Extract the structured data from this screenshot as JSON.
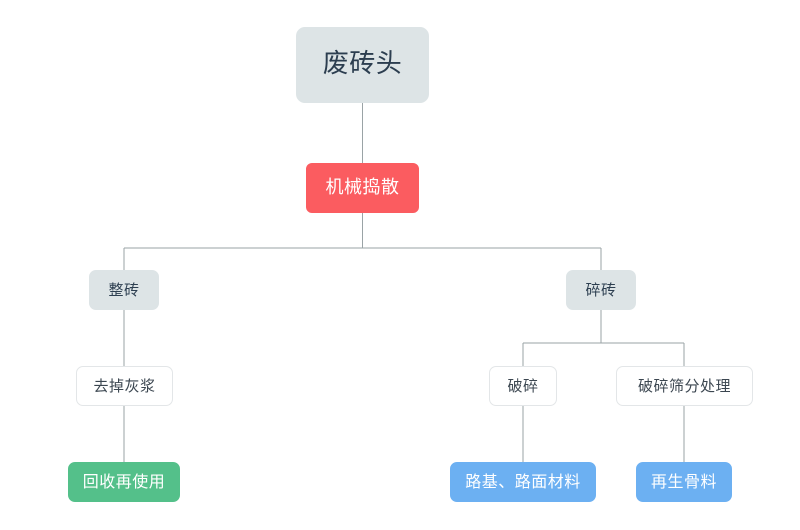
{
  "chart_data": {
    "type": "diagram",
    "diagram_type": "flowchart",
    "title": "",
    "orientation": "top-down",
    "nodes": [
      {
        "id": "n1",
        "label": "废砖头",
        "style": "grey",
        "level": 1
      },
      {
        "id": "n2",
        "label": "机械捣散",
        "style": "red",
        "level": 2
      },
      {
        "id": "n3",
        "label": "整砖",
        "style": "grey",
        "level": 3
      },
      {
        "id": "n4",
        "label": "碎砖",
        "style": "grey",
        "level": 3
      },
      {
        "id": "n5",
        "label": "去掉灰浆",
        "style": "white",
        "level": 4
      },
      {
        "id": "n6",
        "label": "破碎",
        "style": "white",
        "level": 4
      },
      {
        "id": "n7",
        "label": "破碎筛分处理",
        "style": "white",
        "level": 4
      },
      {
        "id": "n8",
        "label": "回收再使用",
        "style": "green",
        "level": 5
      },
      {
        "id": "n9",
        "label": "路基、路面材料",
        "style": "blue",
        "level": 5
      },
      {
        "id": "n10",
        "label": "再生骨料",
        "style": "blue",
        "level": 5
      }
    ],
    "edges": [
      {
        "from": "n1",
        "to": "n2"
      },
      {
        "from": "n2",
        "to": "n3"
      },
      {
        "from": "n2",
        "to": "n4"
      },
      {
        "from": "n3",
        "to": "n5"
      },
      {
        "from": "n4",
        "to": "n6"
      },
      {
        "from": "n4",
        "to": "n7"
      },
      {
        "from": "n5",
        "to": "n8"
      },
      {
        "from": "n6",
        "to": "n9"
      },
      {
        "from": "n7",
        "to": "n10"
      }
    ],
    "colors": {
      "grey_fill": "#dde4e6",
      "grey_text": "#2c3e50",
      "white_fill": "#ffffff",
      "white_border": "#e3e6e8",
      "white_text": "#3b4650",
      "red_fill": "#fb5c60",
      "green_fill": "#54c08a",
      "blue_fill": "#6cb0f2",
      "edge_line": "#9aa3a6",
      "background": "#ffffff"
    }
  },
  "nodes": {
    "root": {
      "label": "废砖头"
    },
    "process": {
      "label": "机械捣散"
    },
    "whole_brick": {
      "label": "整砖"
    },
    "broken_brick": {
      "label": "碎砖"
    },
    "remove_mortar": {
      "label": "去掉灰浆"
    },
    "crush": {
      "label": "破碎"
    },
    "crush_screen": {
      "label": "破碎筛分处理"
    },
    "reuse": {
      "label": "回收再使用"
    },
    "road_material": {
      "label": "路基、路面材料"
    },
    "recycled_aggregate": {
      "label": "再生骨料"
    }
  }
}
